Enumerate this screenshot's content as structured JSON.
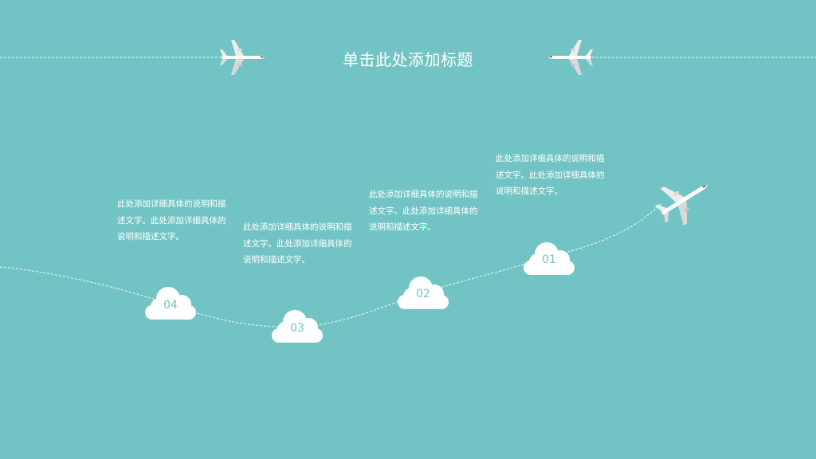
{
  "slide": {
    "title": "单击此处添加标题",
    "accent_color": "#72c4c4",
    "icons": [
      "airplane-icon",
      "cloud-icon"
    ],
    "steps": [
      {
        "label": "01",
        "text": "此处添加详细具体的说明和描述文字。此处添加详细具体的说明和描述文字。"
      },
      {
        "label": "02",
        "text": "此处添加详细具体的说明和描述文字。此处添加详细具体的说明和描述文字。"
      },
      {
        "label": "03",
        "text": "此处添加详细具体的说明和描述文字。此处添加详细具体的说明和描述文字。"
      },
      {
        "label": "04",
        "text": "此处添加详细具体的说明和描述文字。此处添加详细具体的说明和描述文字。"
      }
    ]
  }
}
